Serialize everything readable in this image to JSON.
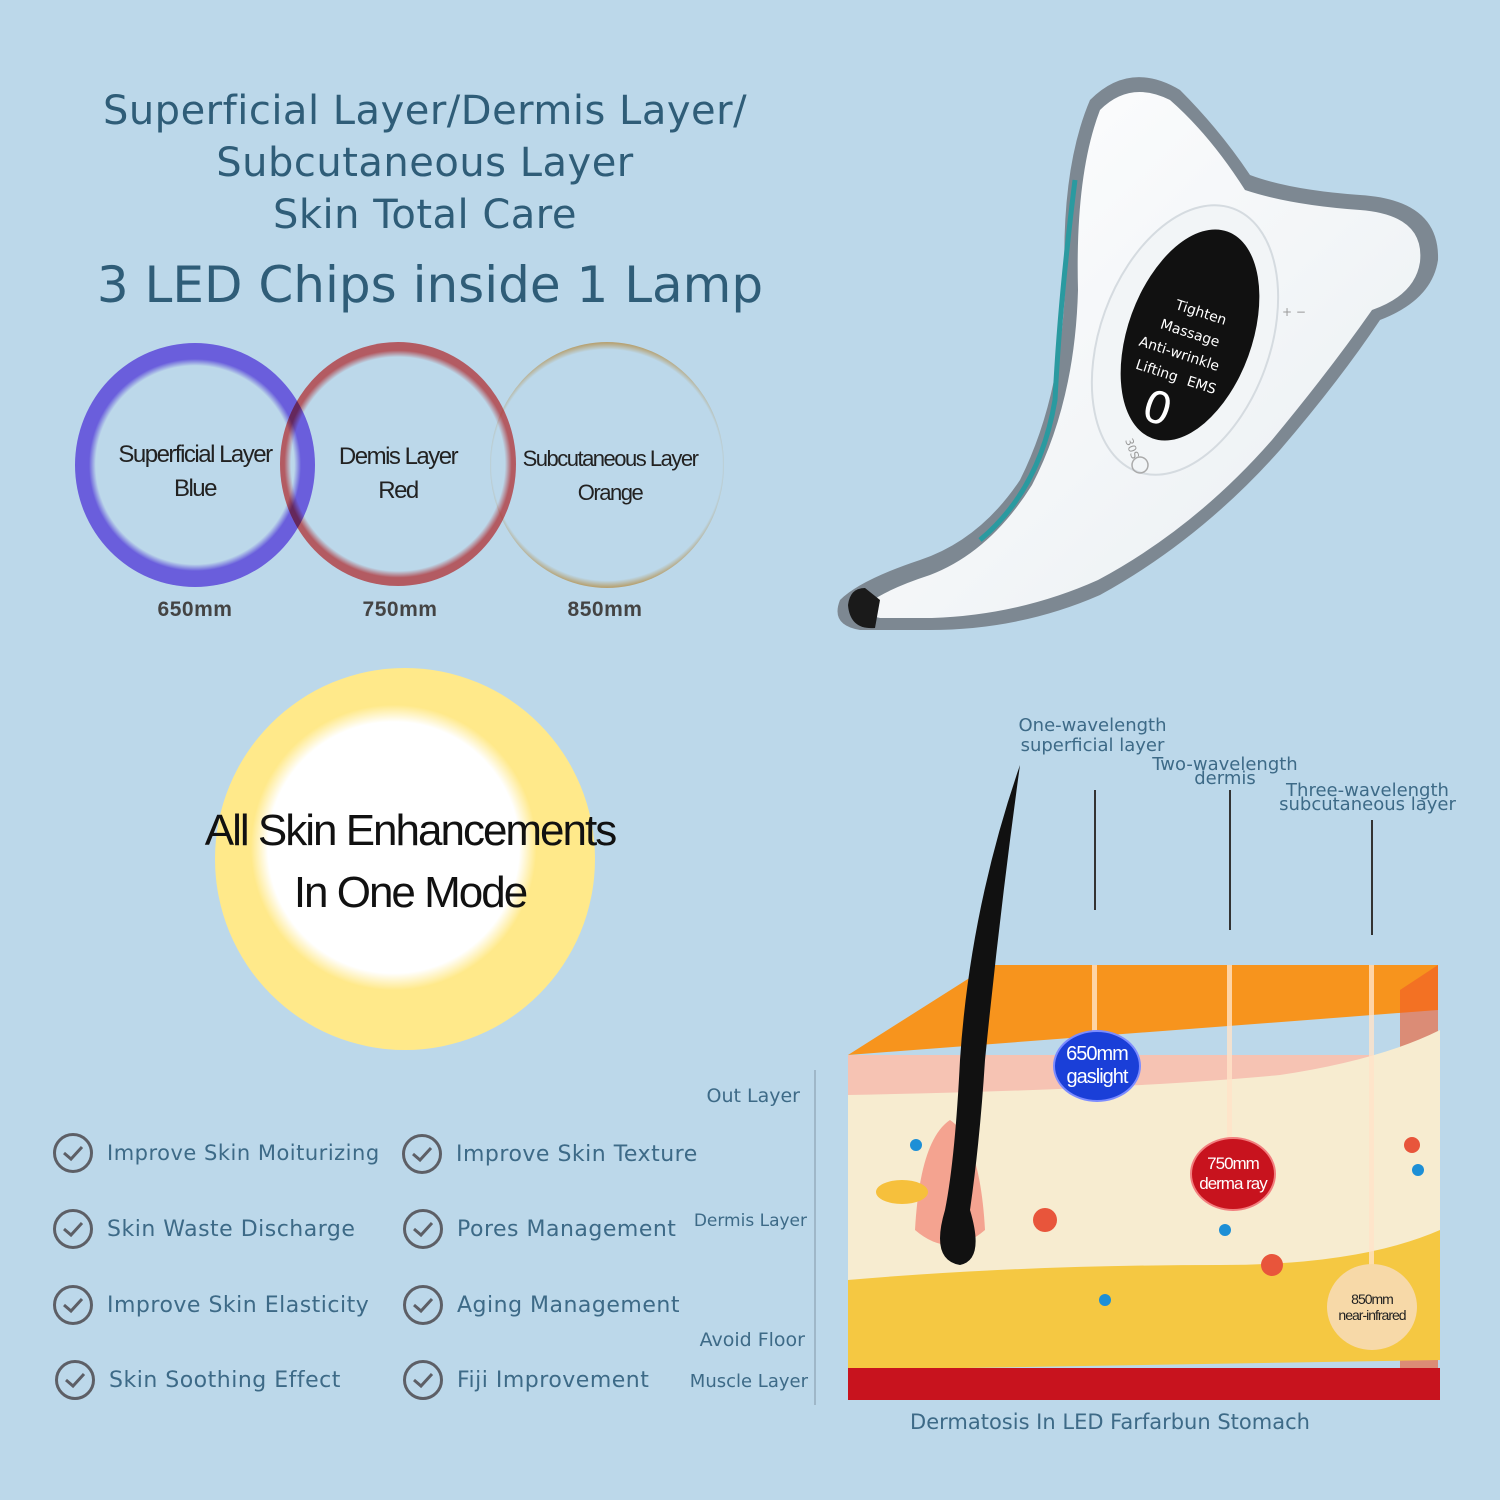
{
  "header": {
    "line1": "Superficial Layer/Dermis Layer/",
    "line2": "Subcutaneous Layer",
    "line3": "Skin Total Care",
    "subtitle": "3 LED Chips inside 1 Lamp"
  },
  "leds": [
    {
      "label": "Superficial Layer",
      "color_name": "Blue",
      "wavelength": "650mm",
      "color": "#8f6ff0"
    },
    {
      "label": "Demis Layer",
      "color_name": "Red",
      "wavelength": "750mm",
      "color": "#f36b6b"
    },
    {
      "label": "Subcutaneous Layer",
      "color_name": "Orange",
      "wavelength": "850mm",
      "color": "#f8c07e"
    }
  ],
  "mode": {
    "line1": "All Skin Enhancements",
    "line2": "In One Mode"
  },
  "device": {
    "modes": [
      "Tighten",
      "Massage",
      "Anti-wrinkle",
      "Lifting",
      "EMS"
    ],
    "digit": "0",
    "side_text": "30S"
  },
  "benefits": [
    {
      "label": "Improve Skin Moiturizing"
    },
    {
      "label": "Improve Skin Texture"
    },
    {
      "label": "Skin Waste Discharge"
    },
    {
      "label": "Pores Management"
    },
    {
      "label": "Improve Skin Elasticity"
    },
    {
      "label": "Aging Management"
    },
    {
      "label": "Skin Soothing Effect"
    },
    {
      "label": "Fiji Improvement"
    }
  ],
  "skin_diagram": {
    "top_labels": [
      {
        "line1": "One-wavelength",
        "line2": "superficial layer"
      },
      {
        "line1": "Two-wavelength",
        "line2": "dermis"
      },
      {
        "line1": "Three-wavelength",
        "line2": "subcutaneous layer"
      }
    ],
    "layer_labels": [
      "Out Layer",
      "Dermis Layer",
      "Avoid Floor",
      "Muscle Layer"
    ],
    "badges": [
      {
        "line1": "650mm",
        "line2": "gaslight",
        "color": "#1a3fd8"
      },
      {
        "line1": "750mm",
        "line2": "derma ray",
        "color": "#c8131e"
      },
      {
        "line1": "850mm",
        "line2": "near-infrared",
        "color": "#f7d9a8"
      }
    ],
    "caption": "Dermatosis In LED Farfarbun Stomach"
  }
}
